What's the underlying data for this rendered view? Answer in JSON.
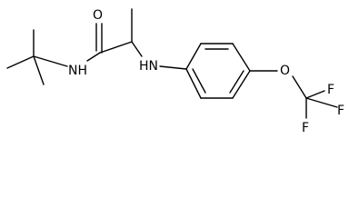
{
  "structure": {
    "atoms": {
      "O": "O",
      "NH_amide": "NH",
      "HN_amine": "HN",
      "O_ether": "O",
      "F_top": "F",
      "F_right": "F",
      "F_bottom": "F"
    }
  },
  "colors": {
    "bond": "#000000",
    "label": "#000000",
    "background": "#ffffff"
  }
}
